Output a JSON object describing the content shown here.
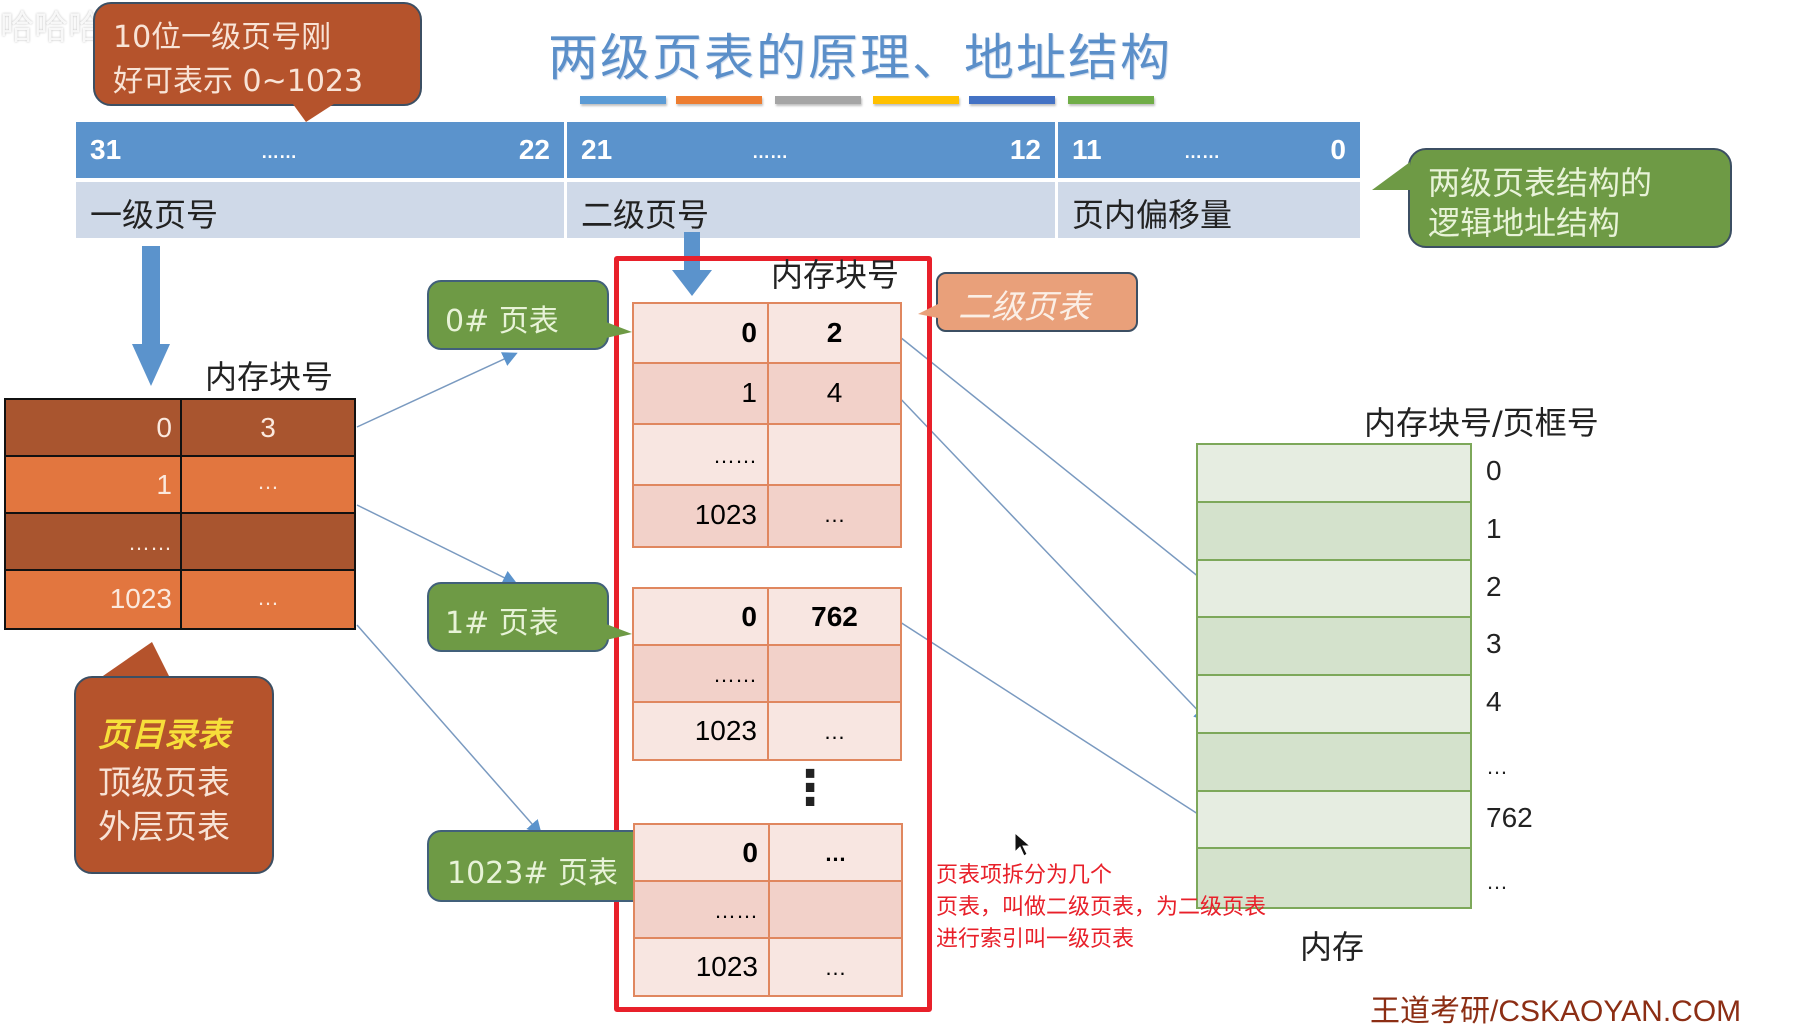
{
  "title": "两级页表的原理、地址结构",
  "color_bars": [
    "#5b9bd5",
    "#ed7d31",
    "#a5a5a5",
    "#ffc000",
    "#4472c4",
    "#70ad47"
  ],
  "watermark": "哈哈哈",
  "top_callout": {
    "line1": "10位一级页号刚",
    "line2": "好可表示 0~1023"
  },
  "address_structure": {
    "segments": [
      {
        "high": "31",
        "dots": "……",
        "low": "22",
        "label": "一级页号"
      },
      {
        "high": "21",
        "dots": "……",
        "low": "12",
        "label": "二级页号"
      },
      {
        "high": "11",
        "dots": "……",
        "low": "0",
        "label": "页内偏移量"
      }
    ]
  },
  "right_callout": {
    "line1": "两级页表结构的",
    "line2": "逻辑地址结构"
  },
  "page_directory": {
    "column_label": "内存块号",
    "rows": [
      {
        "index": "0",
        "block": "3"
      },
      {
        "index": "1",
        "block": "…"
      },
      {
        "index": "……",
        "block": ""
      },
      {
        "index": "1023",
        "block": "…"
      }
    ]
  },
  "directory_callout": {
    "title": "页目录表",
    "line2": "顶级页表",
    "line3": "外层页表"
  },
  "second_level": {
    "column_label": "内存块号",
    "callout": "二级页表",
    "tables": [
      {
        "name": "0# 页表",
        "rows": [
          {
            "index": "0",
            "block": "2",
            "bold": true
          },
          {
            "index": "1",
            "block": "4",
            "bold": false
          },
          {
            "index": "……",
            "block": "",
            "bold": false
          },
          {
            "index": "1023",
            "block": "…",
            "bold": false
          }
        ]
      },
      {
        "name": "1# 页表",
        "rows": [
          {
            "index": "0",
            "block": "762",
            "bold": true
          },
          {
            "index": "……",
            "block": "",
            "bold": false
          },
          {
            "index": "1023",
            "block": "…",
            "bold": false
          }
        ]
      },
      {
        "name": "1023# 页表",
        "rows": [
          {
            "index": "0",
            "block": "…",
            "bold": true
          },
          {
            "index": "……",
            "block": "",
            "bold": false
          },
          {
            "index": "1023",
            "block": "…",
            "bold": false
          }
        ]
      }
    ],
    "between_dots": "⋮"
  },
  "note": {
    "line1": "页表项拆分为几个",
    "line2": "页表，叫做二级页表，为二级页表",
    "line3": "进行索引叫一级页表"
  },
  "memory": {
    "header": "内存块号/页框号",
    "frames": [
      "0",
      "1",
      "2",
      "3",
      "4",
      "…",
      "762",
      "…"
    ],
    "label": "内存"
  },
  "footer": "王道考研/CSKAOYAN.COM",
  "colors": {
    "accent_blue": "#5b93cc",
    "dir_dark": "#a9552f",
    "dir_light": "#e2763f",
    "pt_light": "#f8e6e1",
    "pt_dark": "#f2d1c9",
    "mem_light": "#e6ede1",
    "mem_dark": "#d4e2cc",
    "highlight": "#e8202a"
  }
}
